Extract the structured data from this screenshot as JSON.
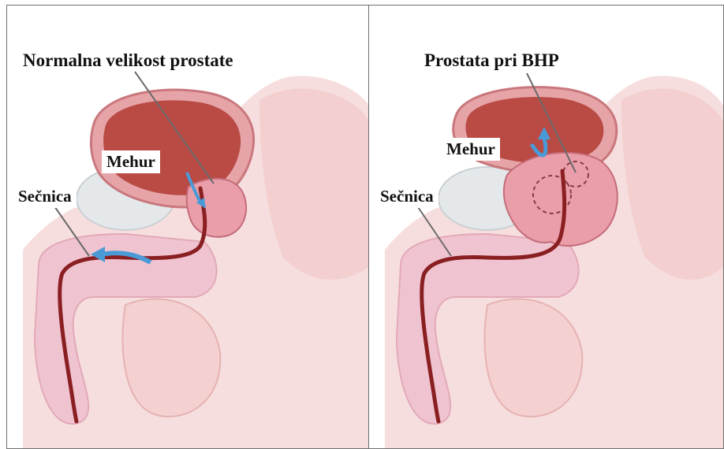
{
  "left_panel": {
    "title": "Normalna velikost prostate",
    "bladder_label": "Mehur",
    "urethra_label": "Sečnica"
  },
  "right_panel": {
    "title": "Prostata pri BHP",
    "bladder_label": "Mehur",
    "urethra_label": "Sečnica"
  },
  "colors": {
    "skin": "#f6d3d3",
    "bladder_inner": "#b94a44",
    "tissue": "#ebaab2",
    "urethra": "#8a1f22",
    "flow_arrow": "#4a9ad8",
    "bone": "#dfe3e6"
  }
}
